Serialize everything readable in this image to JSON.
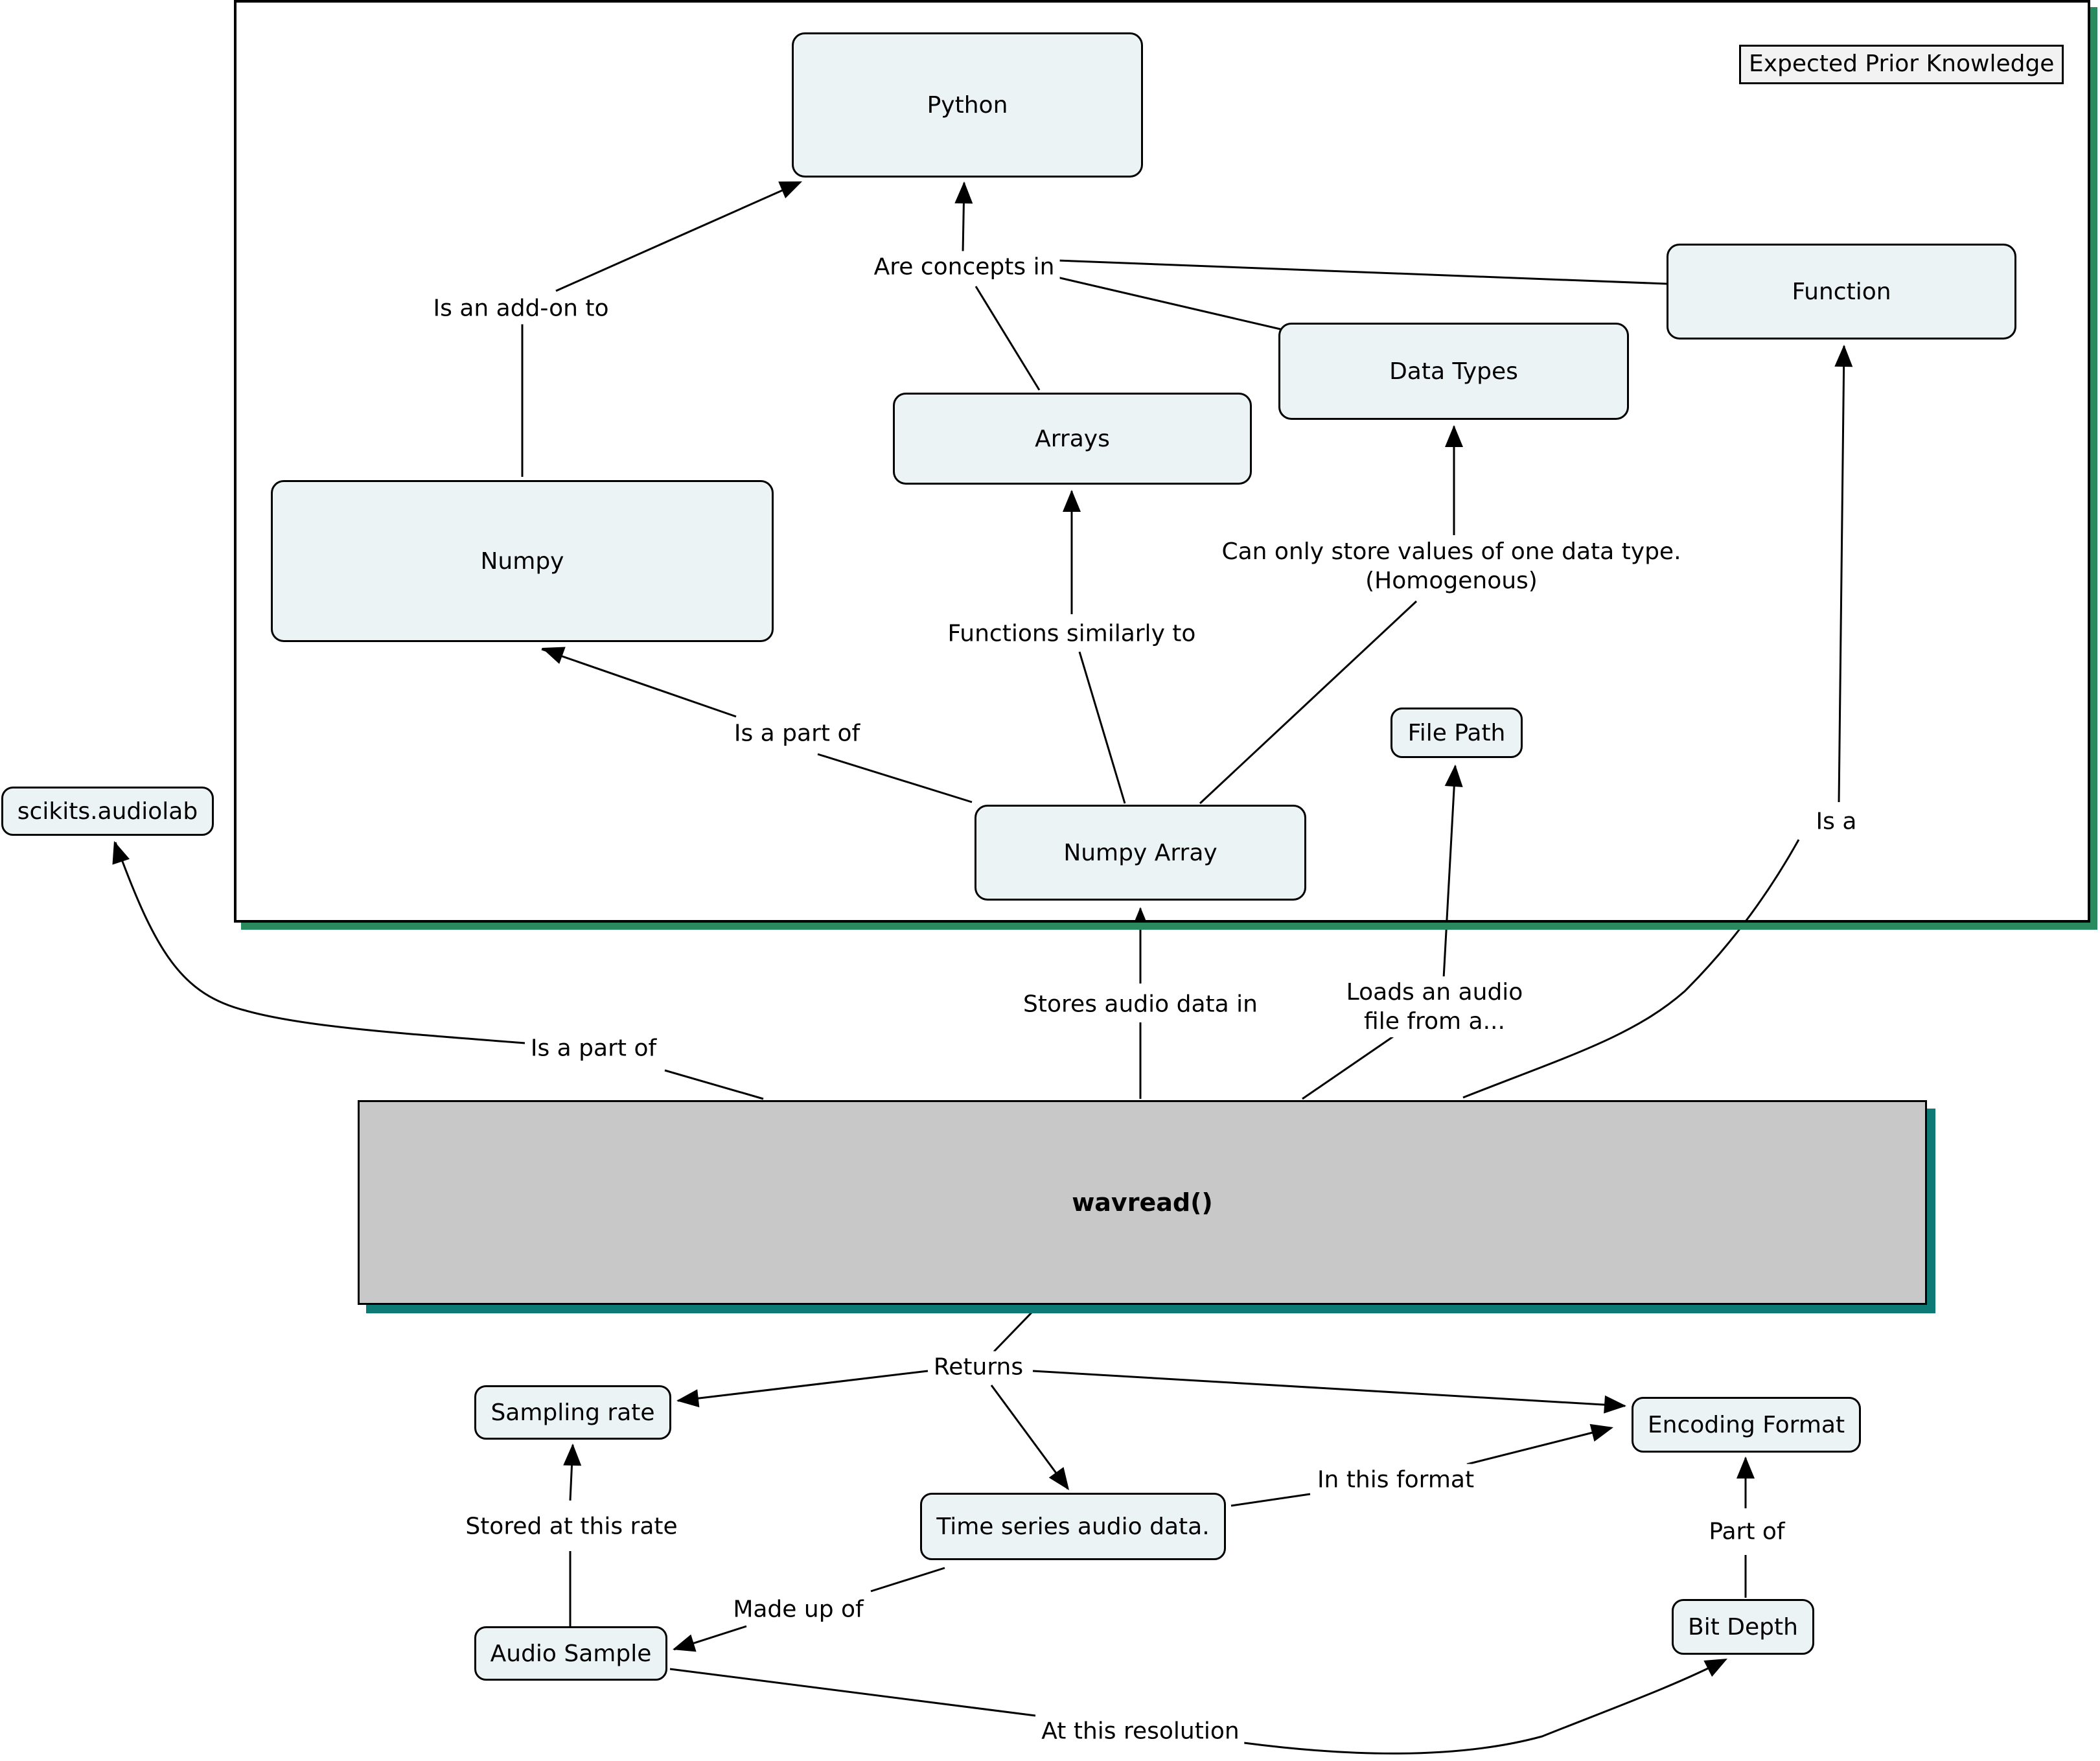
{
  "legend": "Expected Prior Knowledge",
  "nodes": {
    "python": "Python",
    "function": "Function",
    "data_types": "Data Types",
    "arrays": "Arrays",
    "numpy": "Numpy",
    "file_path": "File Path",
    "scikits": "scikits.audiolab",
    "numpy_array": "Numpy Array",
    "wavread": "wavread()",
    "sampling_rate": "Sampling rate",
    "encoding_format": "Encoding Format",
    "time_series": "Time series audio data.",
    "audio_sample": "Audio Sample",
    "bit_depth": "Bit Depth"
  },
  "links": {
    "is_an_addon_to": "Is an add-on to",
    "are_concepts_in": "Are concepts in",
    "functions_similarly_to": "Functions similarly to",
    "can_only_store_line1": "Can only store values of one data type.",
    "can_only_store_line2": "(Homogenous)",
    "is_a_part_of_numpy": "Is a part of",
    "is_a": "Is a",
    "is_a_part_of_scikits": "Is a part of",
    "stores_audio_data_in": "Stores audio data in",
    "loads_line1": "Loads an audio",
    "loads_line2": "file from a...",
    "returns": "Returns",
    "stored_at_this_rate": "Stored at this rate",
    "in_this_format": "In this format",
    "part_of": "Part of",
    "made_up_of": "Made up of",
    "at_this_resolution": "At this resolution"
  }
}
